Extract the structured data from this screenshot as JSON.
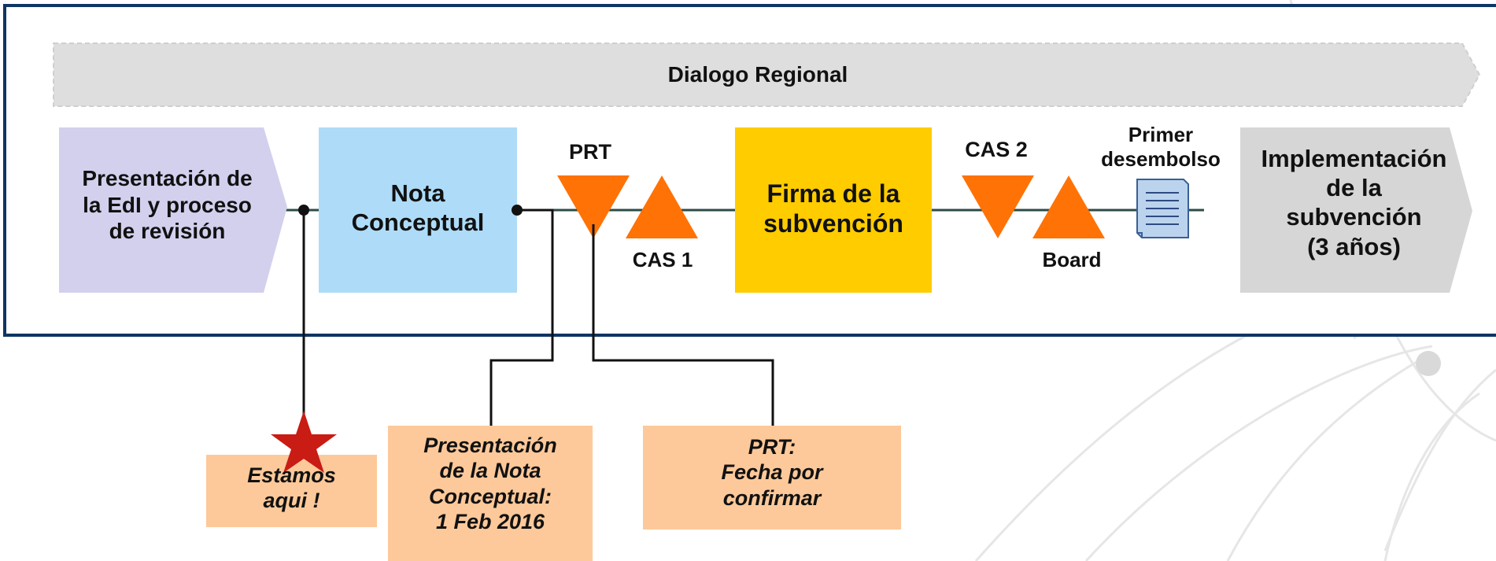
{
  "banner": {
    "label": "Dialogo Regional"
  },
  "stages": {
    "presentacion": "Presentación de\nla EdI y proceso\nde revisión",
    "nota": "Nota\nConceptual",
    "firma": "Firma de la\nsubvención",
    "implementacion": "Implementación\nde la\nsubvención\n(3 años)"
  },
  "milestones": {
    "prt": "PRT",
    "cas1": "CAS 1",
    "cas2": "CAS 2",
    "board": "Board",
    "primer_desembolso": "Primer\ndesembolso"
  },
  "callouts": {
    "estamos": "Estamos\naqui !",
    "presentacion_nc": "Presentación\nde la Nota\nConceptual:\n1 Feb 2016",
    "prt_fecha": "PRT:\nFecha por\nconfirmar"
  },
  "colors": {
    "frame": "#0f3563",
    "banner": "#dedede",
    "presentacion": "#d3d0ee",
    "nota": "#aedcf8",
    "firma": "#ffcc00",
    "implementacion": "#d6d6d6",
    "milestone": "#ff7206",
    "callout": "#fdc99a",
    "star": "#c81c14",
    "line": "#2e4c47",
    "document": "#bcd3ee"
  },
  "icons": {
    "star": "star-icon",
    "document": "document-icon"
  }
}
